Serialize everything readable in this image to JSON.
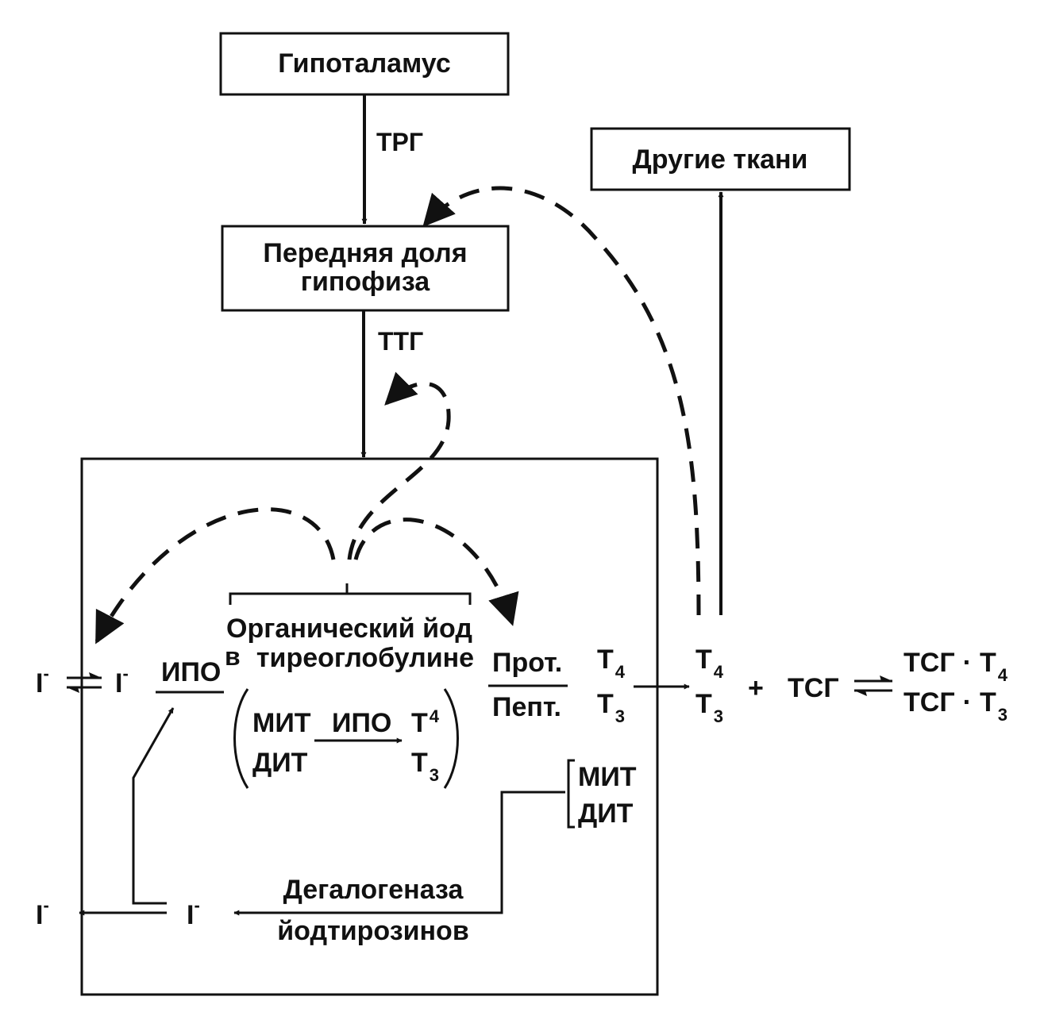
{
  "nodes": {
    "hypothalamus": "Гипоталамус",
    "other_tissues": "Другие ткани",
    "pituitary_line1": "Передняя доля",
    "pituitary_line2": "гипофиза"
  },
  "signals": {
    "trh": "ТРГ",
    "tsh": "ТТГ"
  },
  "gland": {
    "iodide": "I",
    "iodide_charge": "-",
    "tpo": "ИПО",
    "in_prefix": "в",
    "organic_iodine": "Органический йод",
    "in_thyroglobulin": "тиреоглобулине",
    "mit": "МИТ",
    "dit": "ДИТ",
    "t": "Т",
    "sub4": "4",
    "sub3": "3",
    "prot": "Прот.",
    "pept": "Пепт.",
    "dehalogenase_line1": "Дегалогеназа",
    "dehalogenase_line2": "йодтирозинов"
  },
  "blood": {
    "plus": "+",
    "tbg": "ТСГ",
    "dot": "·"
  },
  "colors": {
    "ink": "#111111",
    "background": "#ffffff"
  }
}
